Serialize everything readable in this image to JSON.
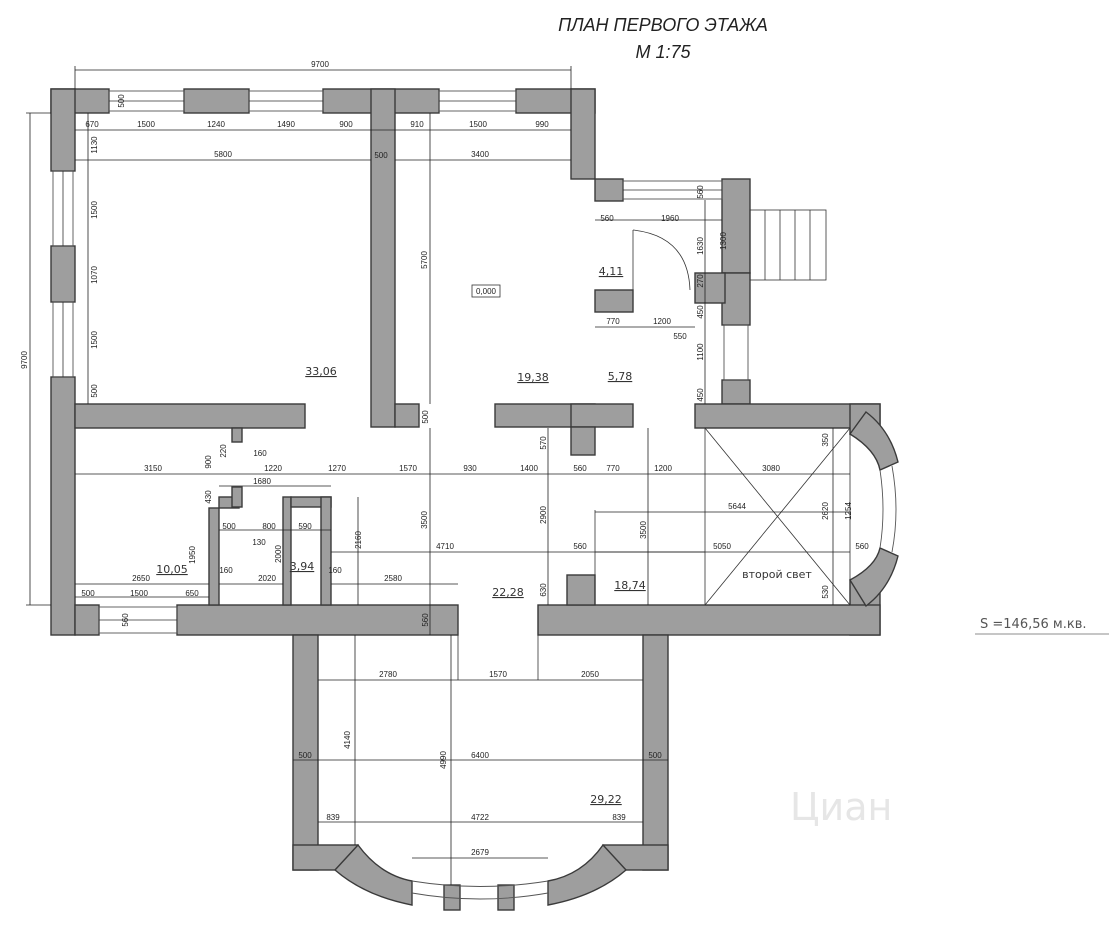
{
  "title": {
    "line1": "ПЛАН ПЕРВОГО ЭТАЖА",
    "line2": "М 1:75"
  },
  "total_area": "S =146,56 м.кв.",
  "rooms": [
    {
      "id": "r1",
      "area": "33,06"
    },
    {
      "id": "r2",
      "area": "19,38"
    },
    {
      "id": "r3",
      "area": "5,78"
    },
    {
      "id": "r4",
      "area": "4,11"
    },
    {
      "id": "r5",
      "area": "10,05"
    },
    {
      "id": "r6",
      "area": "3,94"
    },
    {
      "id": "r7",
      "area": "22,28"
    },
    {
      "id": "r8",
      "area": "18,74"
    },
    {
      "id": "r9",
      "area": "29,22"
    }
  ],
  "level_mark": "0,000",
  "second_light": "второй свет",
  "watermark": "Циан",
  "dims": [
    "9700",
    "9700",
    "500",
    "670",
    "1500",
    "1240",
    "1490",
    "900",
    "910",
    "1500",
    "990",
    "1130",
    "5800",
    "500",
    "3400",
    "1500",
    "1070",
    "1500",
    "500",
    "5700",
    "560",
    "1960",
    "560",
    "1630",
    "1300",
    "270",
    "770",
    "1200",
    "450",
    "550",
    "1100",
    "450",
    "900",
    "220",
    "160",
    "3150",
    "1220",
    "1270",
    "1570",
    "930",
    "1400",
    "570",
    "560",
    "770",
    "1200",
    "3080",
    "350",
    "1680",
    "430",
    "500",
    "800",
    "590",
    "130",
    "2160",
    "2900",
    "3500",
    "5644",
    "2620",
    "1254",
    "4710",
    "560",
    "5050",
    "560",
    "1950",
    "2000",
    "160",
    "2020",
    "160",
    "2580",
    "630",
    "530",
    "2650",
    "500",
    "1500",
    "650",
    "560",
    "560",
    "2780",
    "1570",
    "2050",
    "4140",
    "4990",
    "500",
    "6400",
    "500",
    "839",
    "4722",
    "839",
    "2679",
    "3500",
    "500"
  ]
}
